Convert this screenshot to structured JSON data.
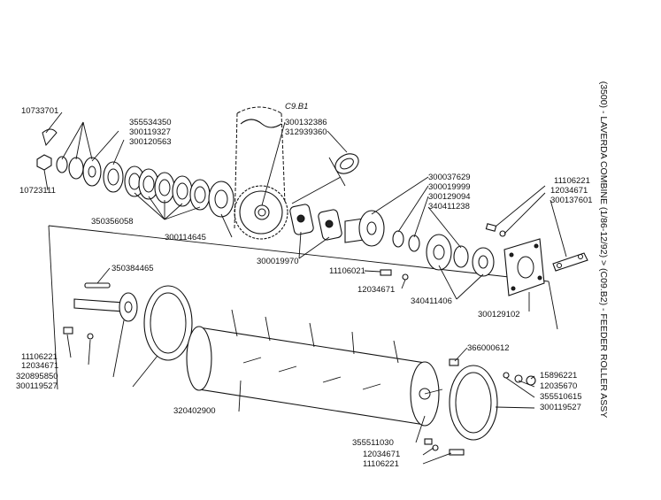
{
  "title": "(3500) - LAVERDA COMBINE (1/86-12/92) > (C09.B2) - FEEDER ROLLER ASSY",
  "ref_note": "C9.B1",
  "labels": {
    "p10733701": "10733701",
    "p10723111": "10723111",
    "p355534350": "355534350",
    "p300119327": "300119327",
    "p300120563": "300120563",
    "p350356058": "350356058",
    "p300114645": "300114645",
    "p300132386": "300132386",
    "p312939360": "312939360",
    "p300019970": "300019970",
    "p300037629": "300037629",
    "p300019999": "300019999",
    "p300129094": "300129094",
    "p340411238": "340411238",
    "p11106221_top": "11106221",
    "p12034671_top": "12034671",
    "p300137601": "300137601",
    "p11106021": "11106021",
    "p12034671_mid": "12034671",
    "p340411406": "340411406",
    "p300129102": "300129102",
    "p350384465": "350384465",
    "p11106221_left": "11106221",
    "p12034671_left": "12034671",
    "p320895850": "320895850",
    "p300119527_left": "300119527",
    "p366000612": "366000612",
    "p15896221": "15896221",
    "p12035670": "12035670",
    "p355510615": "355510615",
    "p300119527_right": "300119527",
    "p320402900": "320402900",
    "p355511030": "355511030",
    "p12034671_bot": "12034671",
    "p11106221_bot": "11106221"
  }
}
